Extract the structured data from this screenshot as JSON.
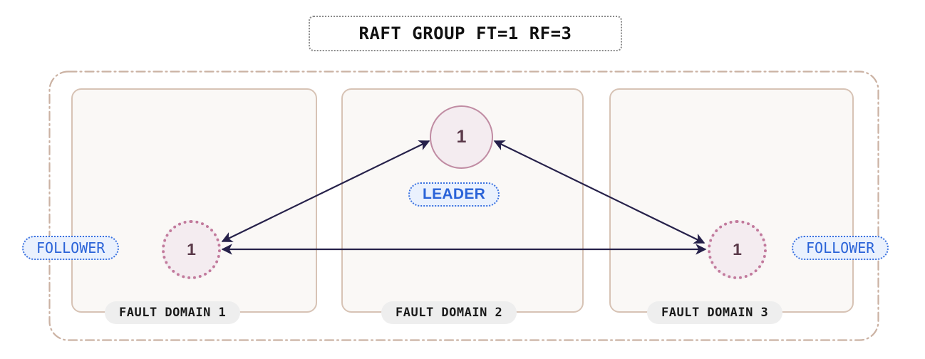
{
  "title": {
    "text": "RAFT GROUP FT=1 RF=3"
  },
  "colors": {
    "page_background": "#ffffff",
    "group_border": "#cbb2a3",
    "fault_domain_border": "#d7c3b5",
    "fault_domain_fill": "#faf8f6",
    "node_fill": "#f4ecf0",
    "leader_node_border": "#c08ca3",
    "follower_node_border": "#c27a9c",
    "node_label_text": "#5b3a4a",
    "edge_line": "#26214a",
    "role_badge_text": "#2a63d8",
    "role_badge_fill": "#eaf1fd",
    "role_badge_border": "#3b72e0",
    "domain_pill_fill": "#eeeeee",
    "domain_pill_text": "#1a1a1a",
    "title_border": "#8a8a8a"
  },
  "fault_domains": [
    {
      "label": "FAULT DOMAIN 1"
    },
    {
      "label": "FAULT DOMAIN 2"
    },
    {
      "label": "FAULT DOMAIN 3"
    }
  ],
  "nodes": [
    {
      "id": "leader",
      "value": "1",
      "role": "LEADER",
      "domain": "FAULT DOMAIN 2"
    },
    {
      "id": "follower-1",
      "value": "1",
      "role": "FOLLOWER",
      "domain": "FAULT DOMAIN 1"
    },
    {
      "id": "follower-3",
      "value": "1",
      "role": "FOLLOWER",
      "domain": "FAULT DOMAIN 3"
    }
  ],
  "role_badges": {
    "leader": "LEADER",
    "follower_left": "FOLLOWER",
    "follower_right": "FOLLOWER"
  },
  "edges": [
    {
      "from": "follower-1",
      "to": "leader",
      "bidirectional": true
    },
    {
      "from": "leader",
      "to": "follower-3",
      "bidirectional": true
    },
    {
      "from": "follower-1",
      "to": "follower-3",
      "bidirectional": true
    }
  ]
}
